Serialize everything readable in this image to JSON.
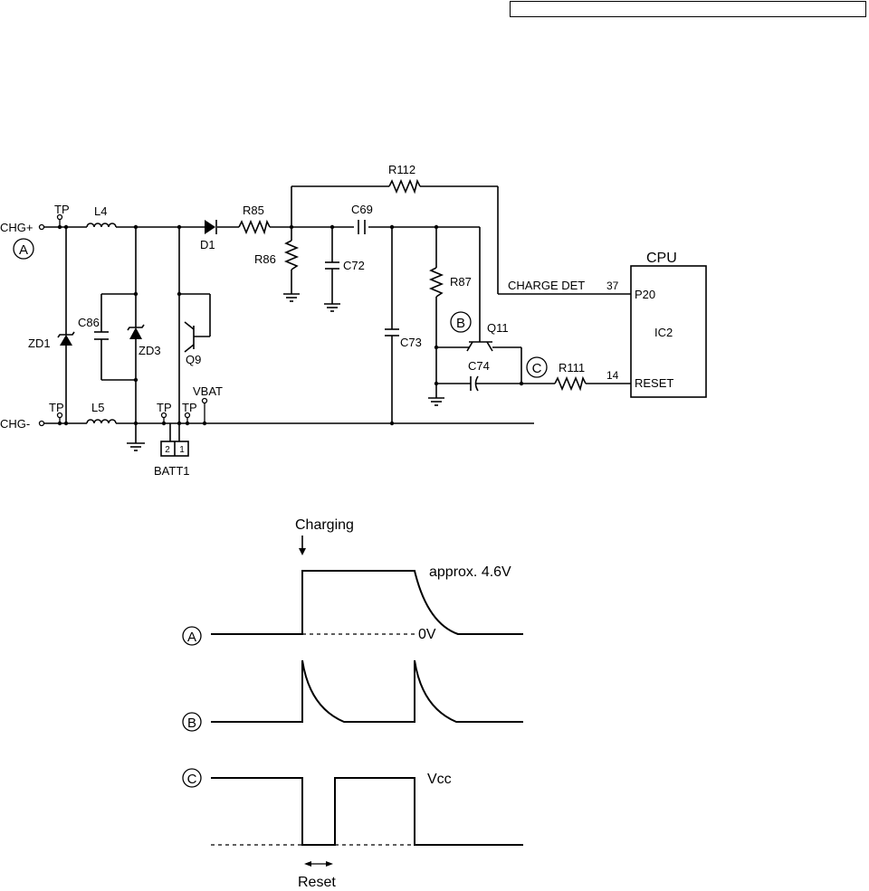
{
  "header_box": "",
  "labels": {
    "tp": "TP",
    "chg_plus": "CHG+",
    "chg_minus": "CHG-",
    "point_a": "A",
    "point_b": "B",
    "point_c": "C",
    "l4": "L4",
    "l5": "L5",
    "zd1": "ZD1",
    "zd3": "ZD3",
    "c86": "C86",
    "d1": "D1",
    "q9": "Q9",
    "q11": "Q11",
    "r85": "R85",
    "r86": "R86",
    "r87": "R87",
    "r111": "R111",
    "r112": "R112",
    "c69": "C69",
    "c72": "C72",
    "c73": "C73",
    "c74": "C74",
    "vbat": "VBAT",
    "batt1": "BATT1",
    "batt_pin2": "2",
    "batt_pin1": "1",
    "charge_det": "CHARGE DET",
    "pin37": "37",
    "pin14": "14",
    "p20": "P20",
    "reset_pin": "RESET",
    "cpu": "CPU",
    "ic2": "IC2"
  },
  "waveforms": {
    "charging": "Charging",
    "approx": "approx. 4.6V",
    "zero_v": "0V",
    "vcc": "Vcc",
    "reset": "Reset"
  }
}
